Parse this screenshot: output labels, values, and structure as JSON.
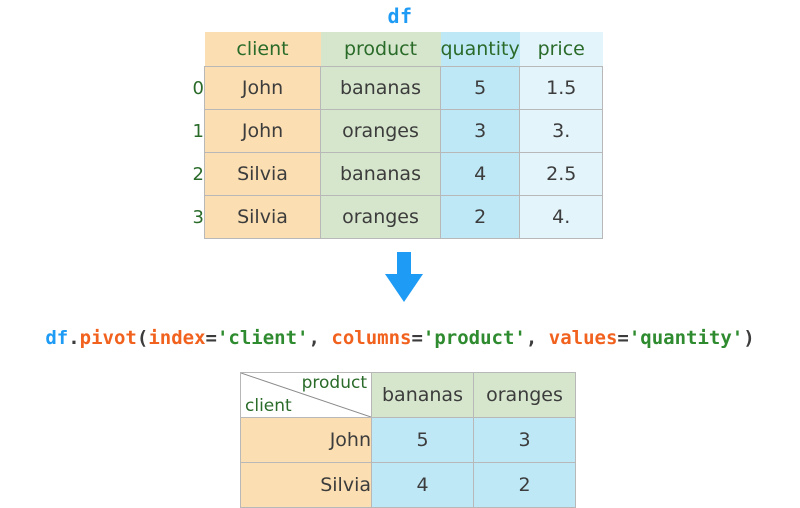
{
  "title": "df",
  "source_table": {
    "index_header": "",
    "columns": [
      "client",
      "product",
      "quantity",
      "price"
    ],
    "index": [
      "0",
      "1",
      "2",
      "3"
    ],
    "rows": [
      [
        "John",
        "bananas",
        "5",
        "1.5"
      ],
      [
        "John",
        "oranges",
        "3",
        "3."
      ],
      [
        "Silvia",
        "bananas",
        "4",
        "2.5"
      ],
      [
        "Silvia",
        "oranges",
        "2",
        "4."
      ]
    ]
  },
  "arrow": {
    "icon": "arrow-down-icon",
    "color": "#1e9bf5"
  },
  "code": {
    "full": "df.pivot(index='client', columns='product', values='quantity')",
    "tokens": {
      "var": "df",
      "dot": ".",
      "fn": "pivot",
      "open_paren": "(",
      "kw1": "index",
      "eq1": "=",
      "str1": "'client'",
      "comma1": ", ",
      "kw2": "columns",
      "eq2": "=",
      "str2": "'product'",
      "comma2": ", ",
      "kw3": "values",
      "eq3": "=",
      "str3": "'quantity'",
      "close_paren": ")"
    }
  },
  "result_table": {
    "corner_column_label": "product",
    "corner_index_label": "client",
    "columns": [
      "bananas",
      "oranges"
    ],
    "index": [
      "John",
      "Silvia"
    ],
    "rows": [
      [
        "5",
        "3"
      ],
      [
        "4",
        "2"
      ]
    ]
  },
  "colors": {
    "client": "#fbdfb3",
    "product": "#d6e6cc",
    "quantity": "#bfe8f7",
    "price": "#e3f4fb",
    "header_text": "#2a6b2a",
    "accent_blue": "#1e9bf5",
    "code_orange": "#f2621f",
    "code_green": "#2f8b2f"
  }
}
